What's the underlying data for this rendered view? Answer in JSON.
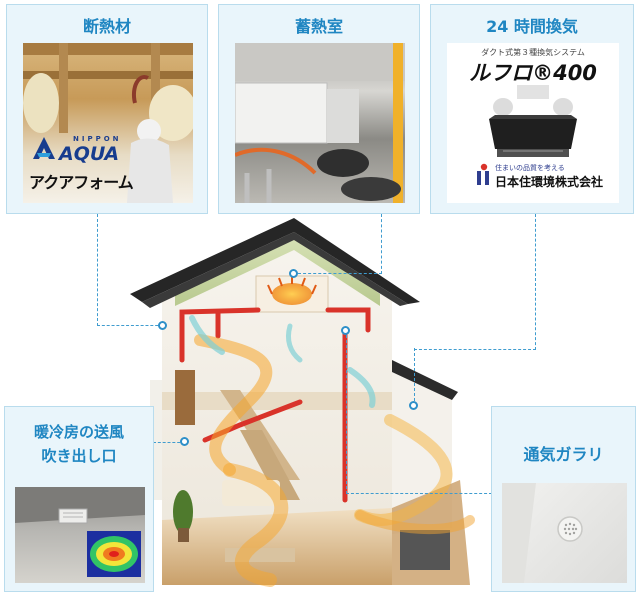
{
  "panels": {
    "insulation": {
      "title": "断熱材",
      "logo_small": "NIPPON",
      "logo_brand": "AQUA",
      "logo_kana": "アクアフォーム"
    },
    "storage": {
      "title": "蓄熱室"
    },
    "ventilation": {
      "title": "24 時間換気",
      "tagline": "ダクト式第３種換気システム",
      "product": "ルフロ®400",
      "slogan": "住まいの品質を考える",
      "company": "日本住環境株式会社"
    },
    "outlet": {
      "title_line1": "暖冷房の送風",
      "title_line2": "吹き出し口"
    },
    "grille": {
      "title": "通気ガラリ"
    }
  },
  "colors": {
    "title_text": "#1f86c2",
    "panel_bg": "#e9f5fb",
    "panel_border": "#b9dced",
    "connector": "#3f9ccf",
    "duct_red": "#d9332a",
    "warm_air": "#f4a12a",
    "cool_air": "#7fd0d6"
  }
}
